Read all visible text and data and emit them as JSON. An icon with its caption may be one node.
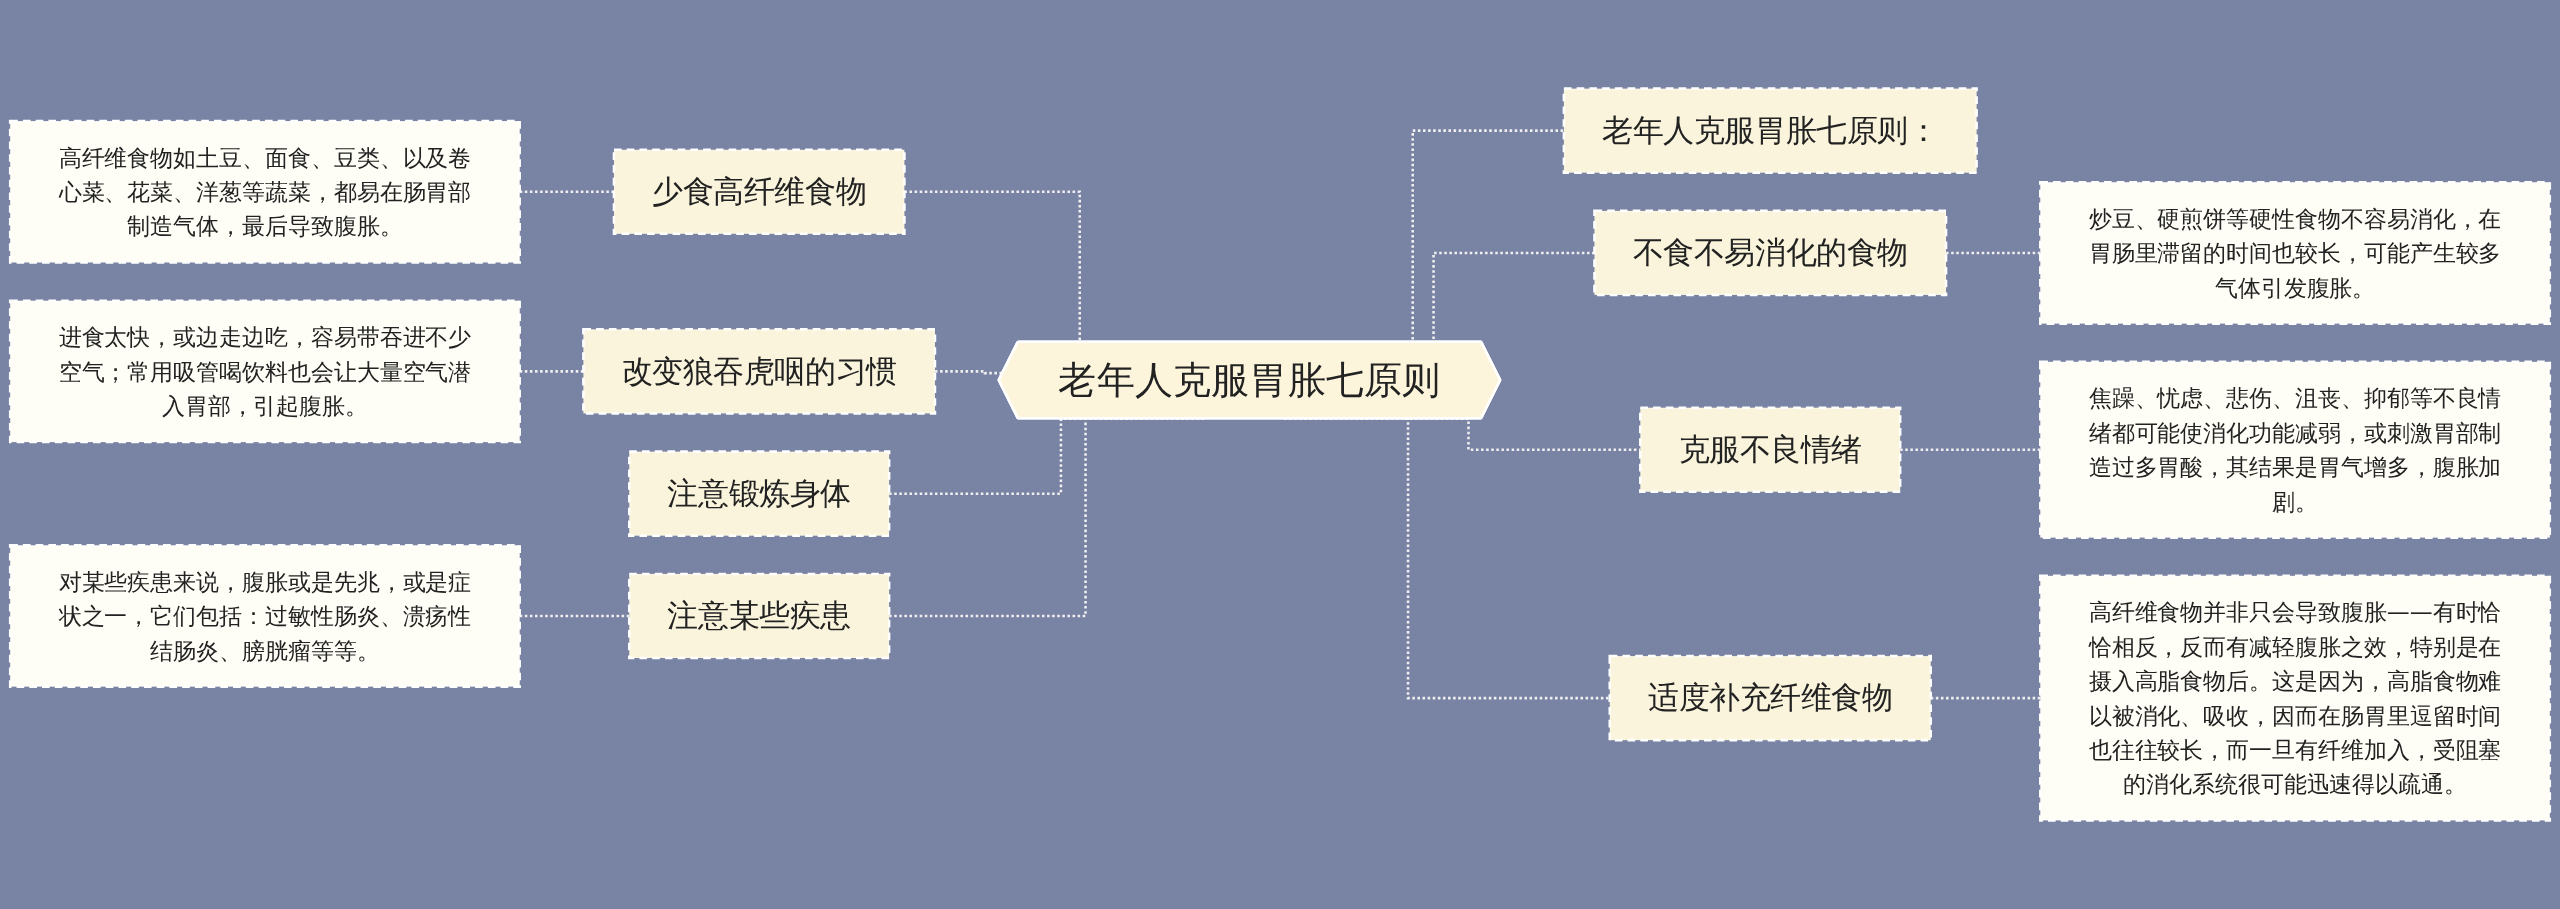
{
  "diagram": {
    "nodes": [
      {
        "text": [
          "老年人克服胃胀七原则"
        ]
      },
      {
        "text": [
          "少食高纤维食物"
        ]
      },
      {
        "text": [
          "高纤维食物如土豆、面食、豆类、以及卷心菜、花菜、洋葱等蔬菜，都易在肠胃部制造气体，最后导致腹胀。"
        ]
      },
      {
        "text": [
          "改变狼吞虎咽的习惯"
        ]
      },
      {
        "text": [
          "进食太快，或边走边吃，容易带吞进不少空气；常用吸管喝饮料也会让大量空气潜入胃部，引起腹胀。"
        ]
      },
      {
        "text": [
          "注意锻炼身体"
        ]
      },
      {
        "text": [
          "注意某些疾患"
        ]
      },
      {
        "text": [
          "对某些疾患来说，腹胀或是先兆，或是症状之一，它们包括：过敏性肠炎、溃疡性结肠炎、膀胱瘤等等。"
        ]
      },
      {
        "text": [
          "老年人克服胃胀七原则："
        ]
      },
      {
        "text": [
          "不食不易消化的食物"
        ]
      },
      {
        "text": [
          "炒豆、硬煎饼等硬性食物不容易消化，在胃肠里滞留的时间也较长，可能产生较多气体引发腹胀。"
        ]
      },
      {
        "text": [
          "克服不良情绪"
        ]
      },
      {
        "text": [
          "焦躁、忧虑、悲伤、沮丧、抑郁等不良情绪都可能使消化功能减弱，或刺激胃部制造过多胃酸，其结果是胃气增多，腹胀加剧。"
        ]
      },
      {
        "text": [
          "适度补充纤维食物"
        ]
      },
      {
        "text": [
          "高纤维食物并非只会导致腹胀——有时恰恰相反，反而有减轻腹胀之效，特别是在摄入高脂食物后。这是因为，高脂食物难以被消化、吸收，因而在肠胃里逗留时间也往往较长，而一旦有纤维加入，受阻塞的消化系统很可能迅速得以疏通。"
        ]
      }
    ],
    "edges": [
      {
        "from": 2,
        "to": 1,
        "arrow": "none",
        "style": "dashed"
      },
      {
        "from": 1,
        "to": 0,
        "arrow": "none",
        "style": "dashed"
      },
      {
        "from": 4,
        "to": 3,
        "arrow": "none",
        "style": "dashed"
      },
      {
        "from": 3,
        "to": 0,
        "arrow": "none",
        "style": "dashed"
      },
      {
        "from": 5,
        "to": 0,
        "arrow": "none",
        "style": "dashed"
      },
      {
        "from": 7,
        "to": 6,
        "arrow": "none",
        "style": "dashed"
      },
      {
        "from": 6,
        "to": 0,
        "arrow": "none",
        "style": "dashed"
      },
      {
        "from": 0,
        "to": 8,
        "arrow": "none",
        "style": "dashed"
      },
      {
        "from": 0,
        "to": 9,
        "arrow": "none",
        "style": "dashed"
      },
      {
        "from": 9,
        "to": 10,
        "arrow": "none",
        "style": "dashed"
      },
      {
        "from": 0,
        "to": 11,
        "arrow": "none",
        "style": "dashed"
      },
      {
        "from": 11,
        "to": 12,
        "arrow": "none",
        "style": "dashed"
      },
      {
        "from": 0,
        "to": 13,
        "arrow": "none",
        "style": "dashed"
      },
      {
        "from": 13,
        "to": 14,
        "arrow": "none",
        "style": "dashed"
      }
    ]
  }
}
